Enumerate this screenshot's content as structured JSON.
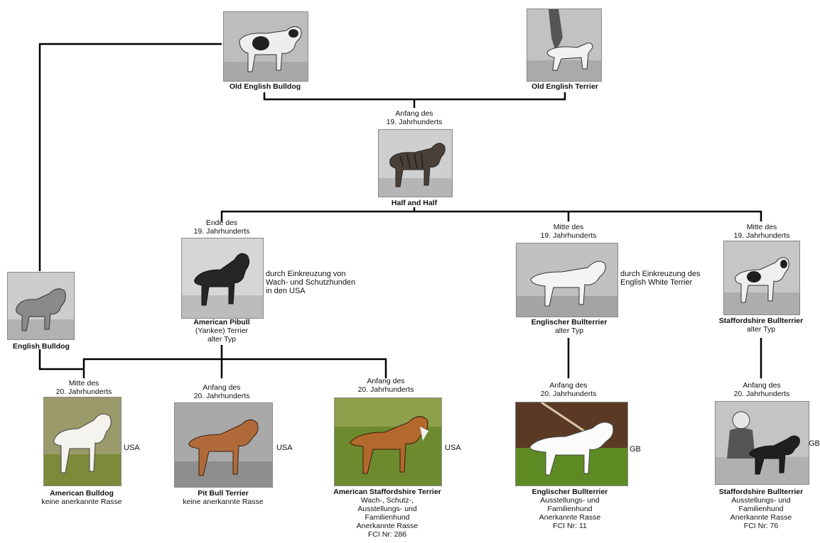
{
  "nodes": {
    "old_english_bulldog": {
      "name": "Old English Bulldog"
    },
    "old_english_terrier": {
      "name": "Old English Terrier"
    },
    "half_and_half": {
      "period": [
        "Anfang des",
        "19. Jahrhunderts"
      ],
      "name": "Half and Half"
    },
    "american_pibull": {
      "period": [
        "Ende des",
        "19. Jahrhunderts"
      ],
      "name": "American Pibull",
      "sub": [
        "(Yankee) Terrier",
        "alter Typ"
      ],
      "note": [
        "durch Einkreuzung von",
        "Wach- und Schutzhunden",
        "in den USA"
      ]
    },
    "englischer_bullterrier_alt": {
      "period": [
        "Mitte des",
        "19. Jahrhunderts"
      ],
      "name": "Englischer Bullterrier",
      "sub": [
        "alter Typ"
      ],
      "note": [
        "durch Einkreuzung des",
        "English White Terrier"
      ]
    },
    "staffordshire_alt": {
      "period": [
        "Mitte des",
        "19. Jahrhunderts"
      ],
      "name": "Staffordshire Bullterrier",
      "sub": [
        "alter Typ"
      ]
    },
    "english_bulldog": {
      "name": "English Bulldog"
    },
    "american_bulldog": {
      "period": [
        "Mitte des",
        "20. Jahrhunderts"
      ],
      "name": "American Bulldog",
      "sub": [
        "keine anerkannte Rasse"
      ],
      "country": "USA"
    },
    "pit_bull_terrier": {
      "period": [
        "Anfang des",
        "20. Jahrhunderts"
      ],
      "name": "Pit Bull Terrier",
      "sub": [
        "keine anerkannte Rasse"
      ],
      "country": "USA"
    },
    "amstaff": {
      "period": [
        "Anfang des",
        "20. Jahrhunderts"
      ],
      "name": "American Staffordshire Terrier",
      "sub": [
        "Wach-, Schutz-,",
        "Ausstellungs- und",
        "Familienhund",
        "Anerkannte Rasse",
        "FCI Nr: 286"
      ],
      "country": "USA"
    },
    "englischer_bullterrier": {
      "period": [
        "Anfang des",
        "20. Jahrhunderts"
      ],
      "name": "Englischer Bullterrier",
      "sub": [
        "Ausstellungs- und",
        "Familienhund",
        "Anerkannte Rasse",
        "FCI Nr: 11"
      ],
      "country": "GB"
    },
    "staffordshire": {
      "period": [
        "Anfang des",
        "20. Jahrhunderts"
      ],
      "name": "Staffordshire Bullterrier",
      "sub": [
        "Ausstellungs- und",
        "Familienhund",
        "Anerkannte Rasse",
        "FCI Nr: 76"
      ],
      "country": "GB"
    }
  },
  "colors": {
    "line": "#000000",
    "bw_photo_bg": "#c8c8c8",
    "color_photo_grass": "#7d9a3a",
    "brindle_dog": "#4a4038"
  }
}
